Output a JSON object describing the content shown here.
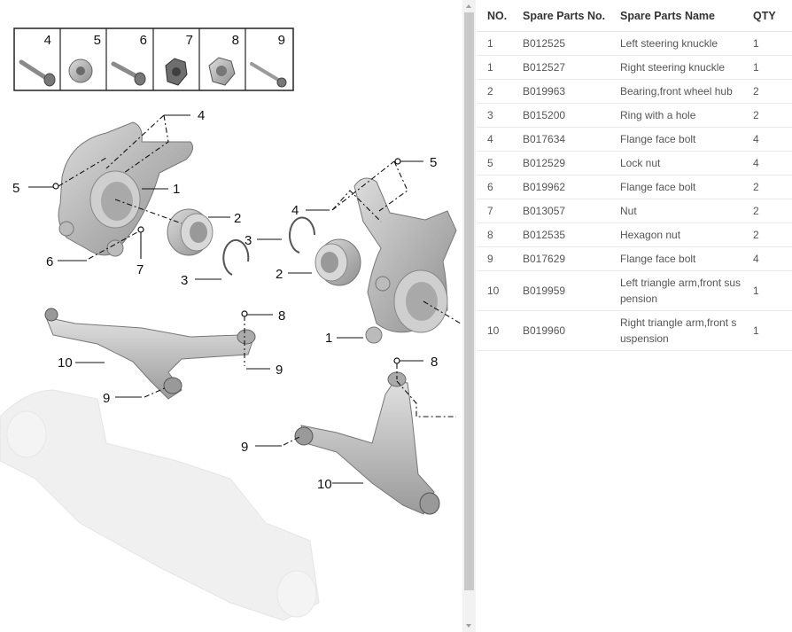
{
  "legend": {
    "numbers": [
      "4",
      "5",
      "6",
      "7",
      "8",
      "9"
    ],
    "icons": [
      "flange-bolt-icon",
      "flange-lock-nut-icon",
      "flange-bolt-icon",
      "nut-icon",
      "hexagon-nut-icon",
      "flange-bolt-icon"
    ]
  },
  "callouts": {
    "left_knuckle": [
      "4",
      "5",
      "1",
      "2",
      "6",
      "7",
      "3"
    ],
    "right_knuckle": [
      "5",
      "4",
      "3",
      "2",
      "1"
    ],
    "left_arm": [
      "8",
      "10",
      "9",
      "9"
    ],
    "right_arm": [
      "8",
      "9",
      "10"
    ]
  },
  "table": {
    "headers": [
      "NO.",
      "Spare Parts No.",
      "Spare Parts Name",
      "QTY"
    ],
    "rows": [
      {
        "no": "1",
        "part_no": "B012525",
        "name": "Left steering knuckle",
        "qty": "1"
      },
      {
        "no": "1",
        "part_no": "B012527",
        "name": "Right steering knuckle",
        "qty": "1"
      },
      {
        "no": "2",
        "part_no": "B019963",
        "name": "Bearing,front wheel hub",
        "qty": "2"
      },
      {
        "no": "3",
        "part_no": "B015200",
        "name": "Ring with a hole",
        "qty": "2"
      },
      {
        "no": "4",
        "part_no": "B017634",
        "name": "Flange face bolt",
        "qty": "4"
      },
      {
        "no": "5",
        "part_no": "B012529",
        "name": "Lock nut",
        "qty": "4"
      },
      {
        "no": "6",
        "part_no": "B019962",
        "name": "Flange face bolt",
        "qty": "2"
      },
      {
        "no": "7",
        "part_no": "B013057",
        "name": "Nut",
        "qty": "2"
      },
      {
        "no": "8",
        "part_no": "B012535",
        "name": "Hexagon nut",
        "qty": "2"
      },
      {
        "no": "9",
        "part_no": "B017629",
        "name": "Flange face bolt",
        "qty": "4"
      },
      {
        "no": "10",
        "part_no": "B019959",
        "name": "Left triangle arm,front suspension",
        "qty": "1"
      },
      {
        "no": "10",
        "part_no": "B019960",
        "name": "Right triangle arm,front suspension",
        "qty": "1"
      }
    ]
  }
}
